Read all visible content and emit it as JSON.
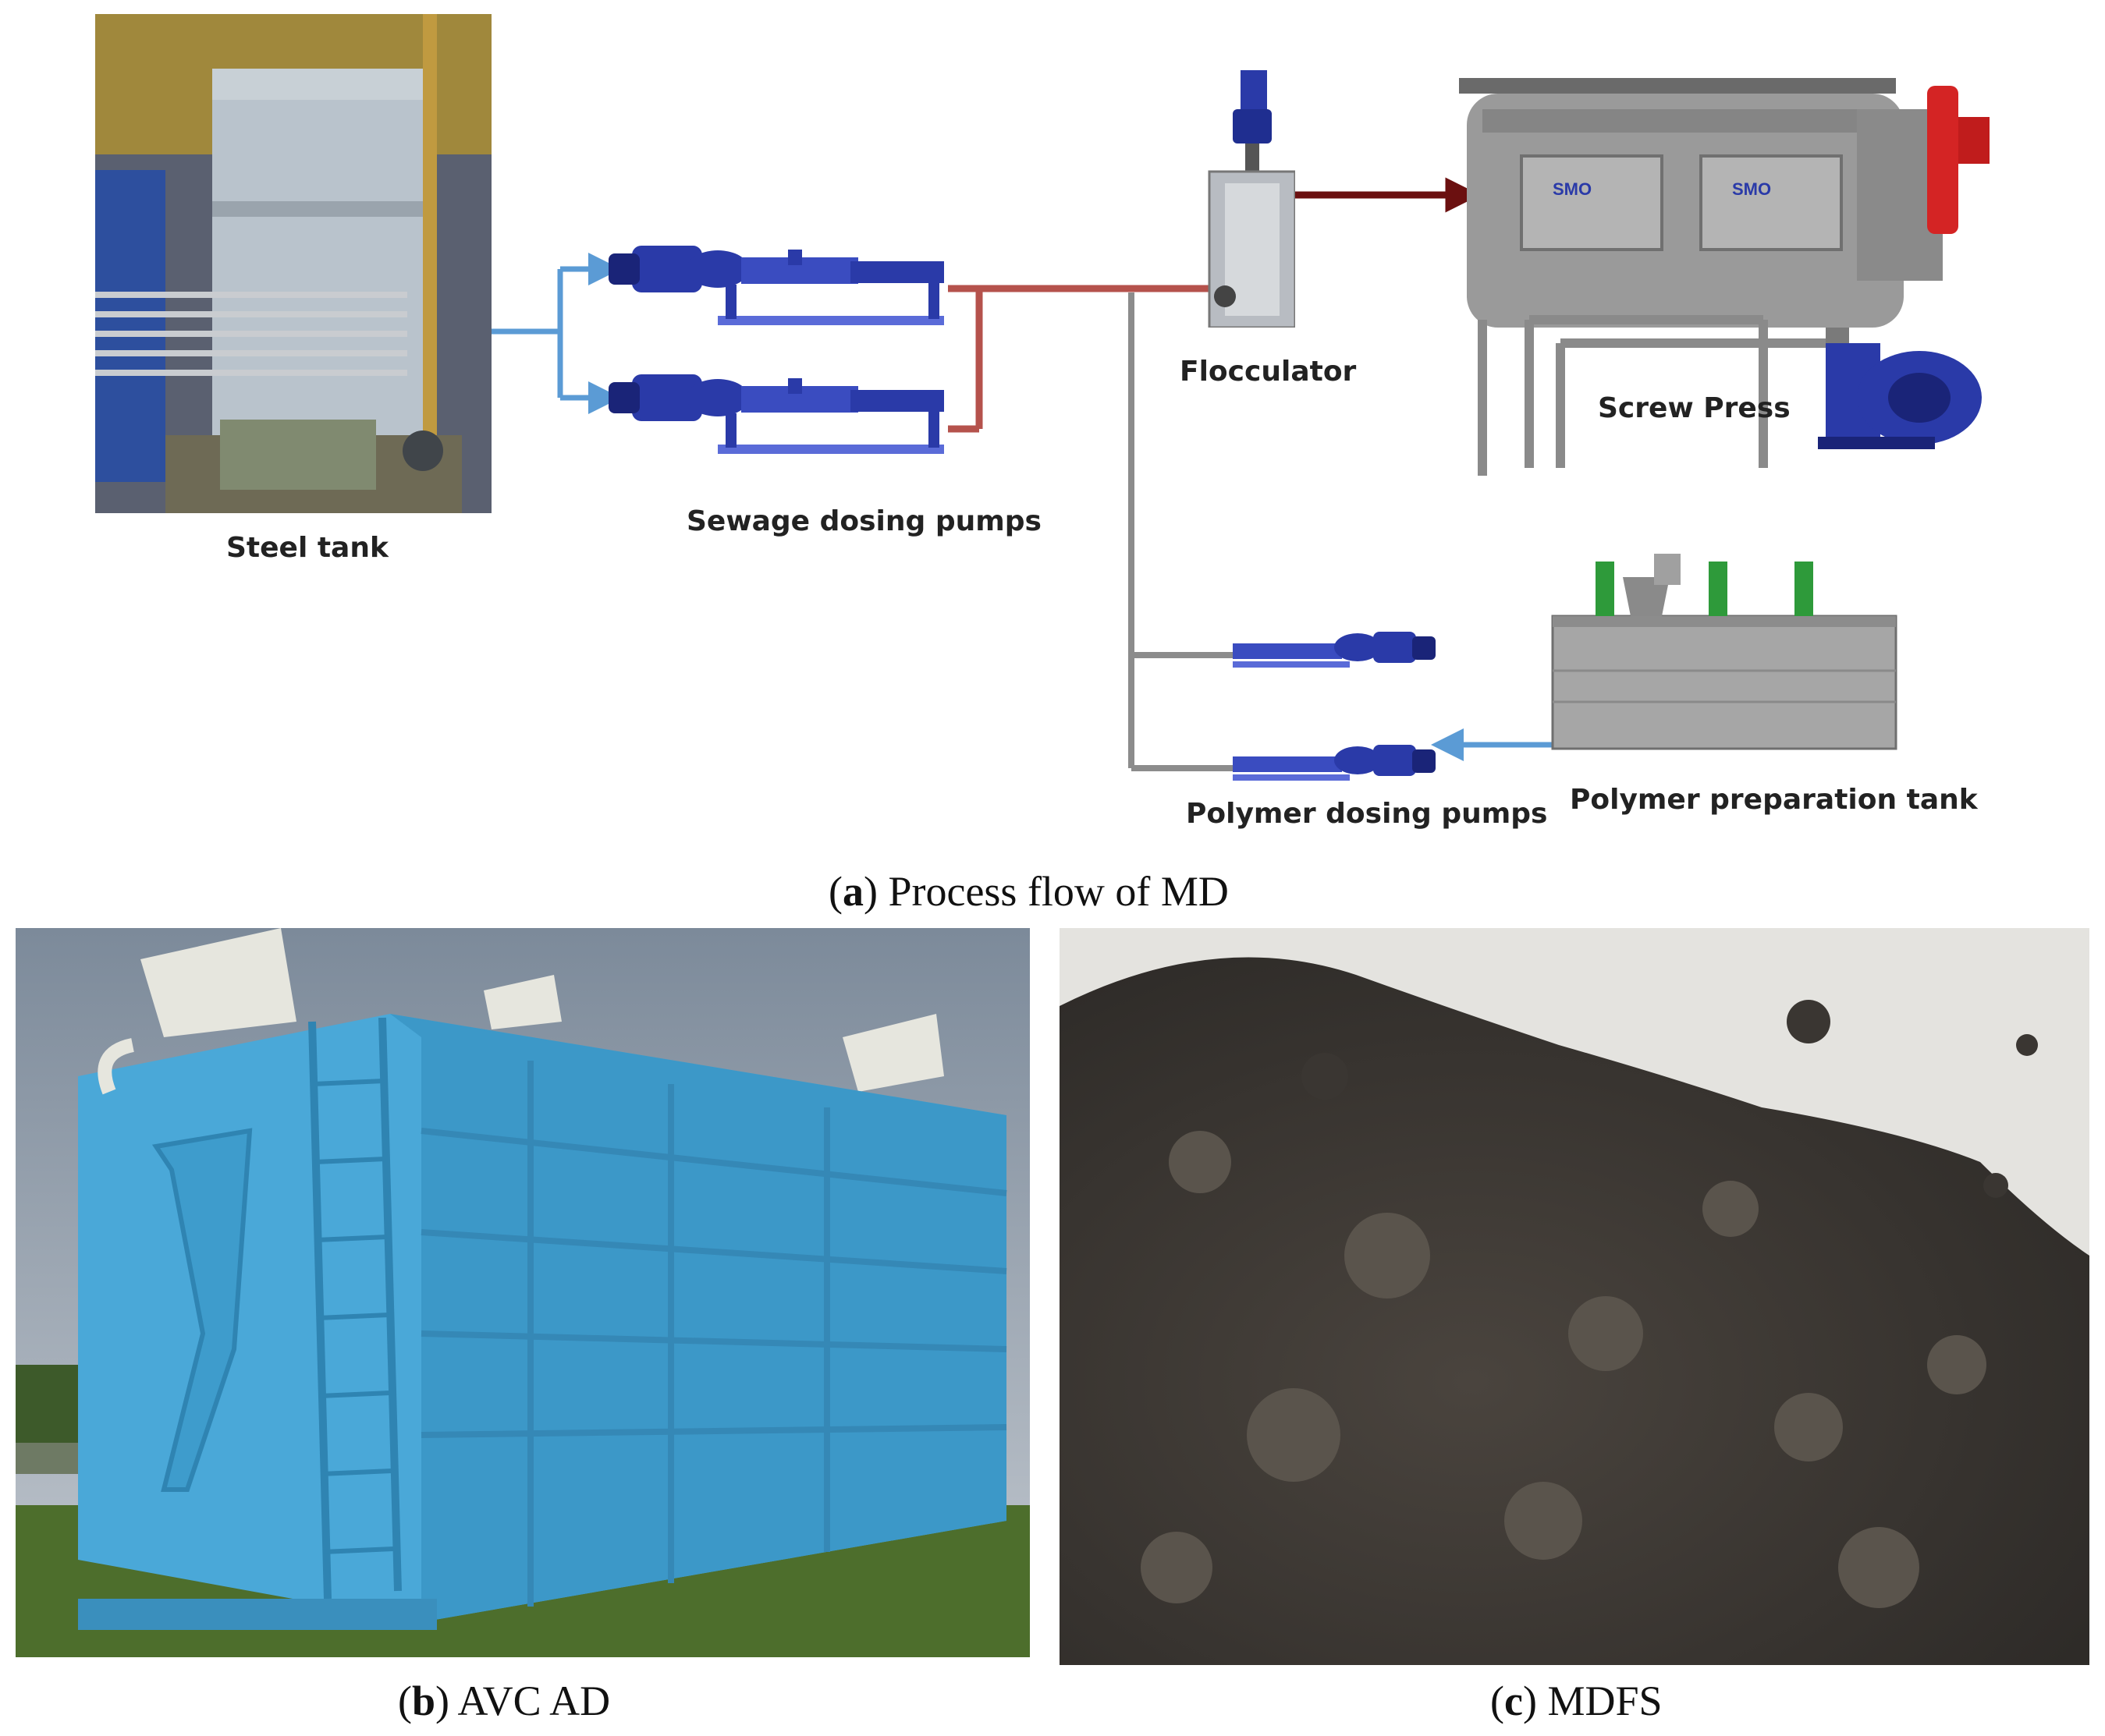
{
  "panel_a": {
    "labels": {
      "steel_tank": "Steel tank",
      "sewage_pumps": "Sewage dosing pumps",
      "flocculator": "Flocculator",
      "screw_press": "Screw Press",
      "polymer_pumps": "Polymer dosing pumps",
      "polymer_tank": "Polymer preparation tank",
      "press_badge": "SMO"
    },
    "caption": {
      "letter": "a",
      "text": " Process flow of MD"
    }
  },
  "panel_b": {
    "caption": {
      "letter": "b",
      "text": " AVC AD"
    }
  },
  "panel_c": {
    "caption": {
      "letter": "c",
      "text": " MDFS"
    }
  },
  "colors": {
    "sludge_line": "#b5524c",
    "feed_arrow": "#5b9bd5",
    "polymer_line": "#8c8c8c",
    "pump_blue": "#2a3aa8",
    "press_grey": "#9a9a9a",
    "motor_red": "#d42424",
    "digester_blue": "#4aa8d8"
  }
}
